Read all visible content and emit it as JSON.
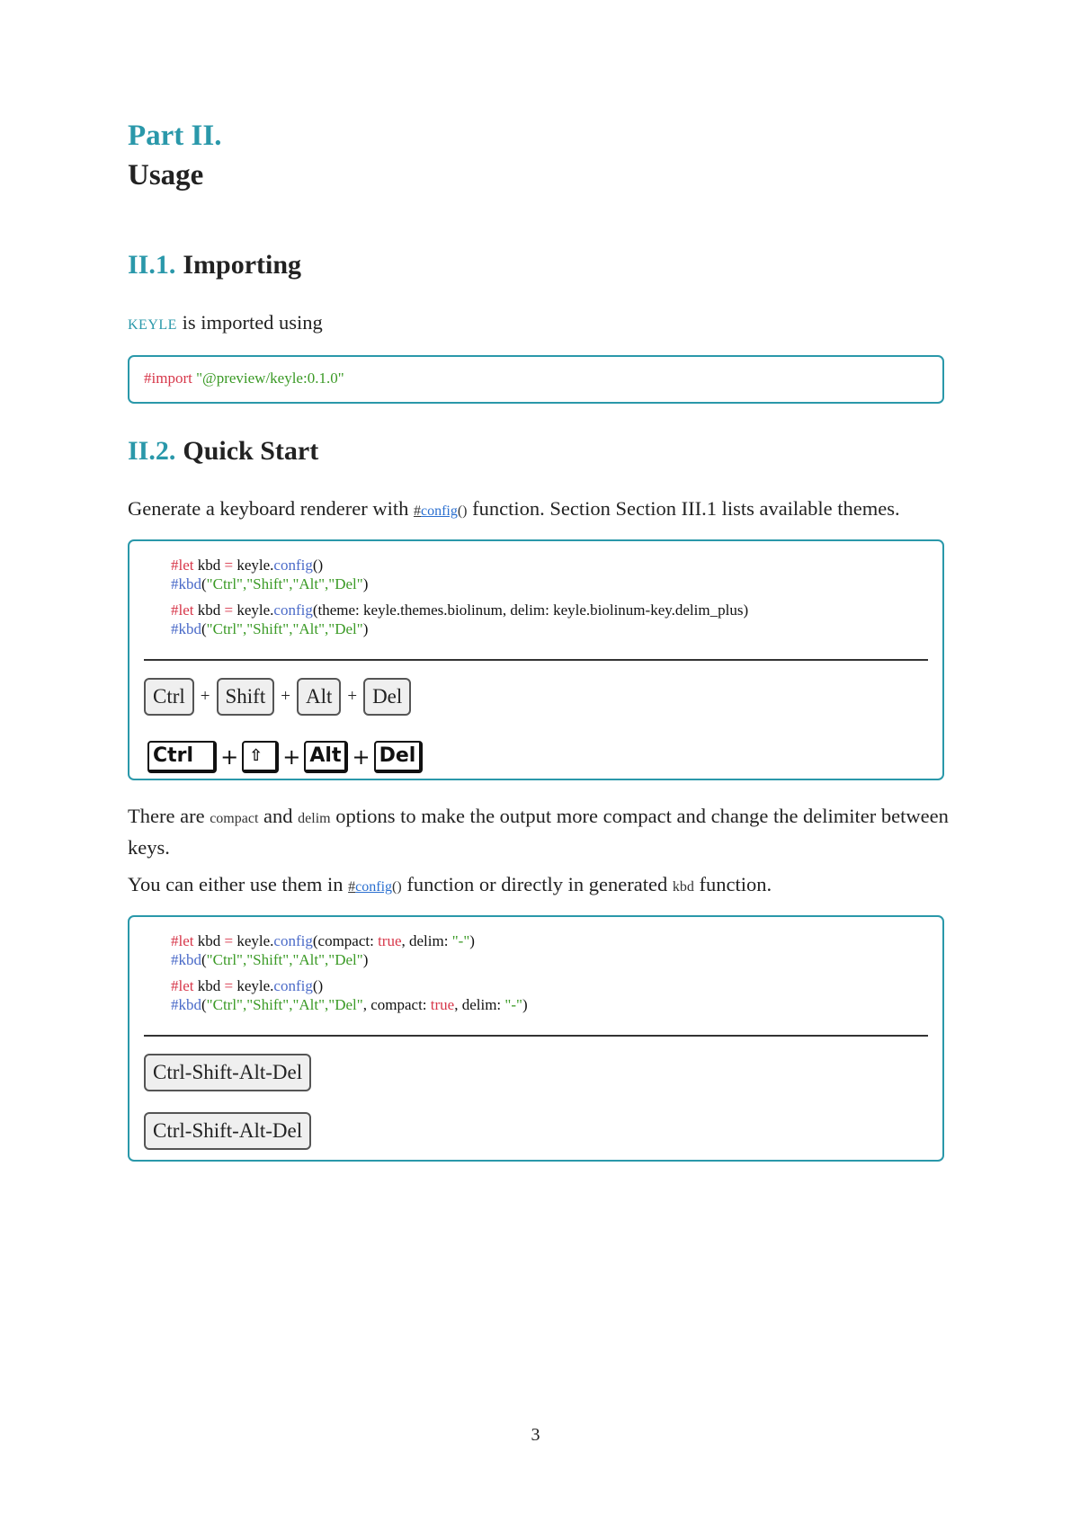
{
  "part": {
    "label": "Part II.",
    "title": "Usage"
  },
  "sections": {
    "importing": {
      "number": "II.1.",
      "title": "Importing",
      "intro_name": "keyle",
      "intro_rest": " is imported using",
      "code": {
        "keyword": "#import",
        "string": " \"@preview/keyle:0.1.0\""
      }
    },
    "quickstart": {
      "number": "II.2.",
      "title": "Quick Start",
      "para1_before": "Generate a keyboard renderer with ",
      "para1_link_hash": "#",
      "para1_link_name": "config",
      "para1_parens": "()",
      "para1_after": " function. Section Section III.1 lists available themes.",
      "code1": {
        "line1_kw": "#let",
        "line1_var": " kbd ",
        "line1_eq": "=",
        "line1_obj": " keyle.",
        "line1_fn": "config",
        "line1_args": "()",
        "line2_fn": "#kbd",
        "line2_open": "(",
        "line2_args": "\"Ctrl\",\"Shift\",\"Alt\",\"Del\"",
        "line2_close": ")",
        "line3_kw": "#let",
        "line3_var": " kbd ",
        "line3_eq": "=",
        "line3_obj": " keyle.",
        "line3_fn": "config",
        "line3_args": "(theme: keyle.themes.biolinum, delim: keyle.biolinum-key.delim_plus)",
        "line4_fn": "#kbd",
        "line4_open": "(",
        "line4_args": "\"Ctrl\",\"Shift\",\"Alt\",\"Del\"",
        "line4_close": ")"
      },
      "output1": {
        "keys": [
          "Ctrl",
          "Shift",
          "Alt",
          "Del"
        ],
        "delim": "+"
      },
      "output2": {
        "keys": [
          "Ctrl",
          "⇧",
          "Alt",
          "Del"
        ],
        "delim": "+"
      },
      "para2_before": "There are ",
      "para2_opt1": "compact",
      "para2_mid": " and ",
      "para2_opt2": "delim",
      "para2_after": " options to make the output more compact and change the delimiter between keys.",
      "para3_before": "You can either use them in ",
      "para3_link_hash": "#",
      "para3_link_name": "config",
      "para3_parens": "()",
      "para3_mid": " function or directly in generated ",
      "para3_code": "kbd",
      "para3_after": " function.",
      "code2": {
        "line1_kw": "#let",
        "line1_var": " kbd ",
        "line1_eq": "=",
        "line1_obj": " keyle.",
        "line1_fn": "config",
        "line1_args_a": "(compact: ",
        "line1_true": "true",
        "line1_args_b": ", delim: ",
        "line1_str": "\"-\"",
        "line1_close": ")",
        "line2_fn": "#kbd",
        "line2_open": "(",
        "line2_args": "\"Ctrl\",\"Shift\",\"Alt\",\"Del\"",
        "line2_close": ")",
        "line3_kw": "#let",
        "line3_var": " kbd ",
        "line3_eq": "=",
        "line3_obj": " keyle.",
        "line3_fn": "config",
        "line3_args": "()",
        "line4_fn": "#kbd",
        "line4_open": "(",
        "line4_args": "\"Ctrl\",\"Shift\",\"Alt\",\"Del\"",
        "line4_mid": ", compact: ",
        "line4_true": "true",
        "line4_mid2": ", delim: ",
        "line4_str": "\"-\"",
        "line4_close": ")"
      },
      "compact_output": [
        "Ctrl-Shift-Alt-Del",
        "Ctrl-Shift-Alt-Del"
      ]
    }
  },
  "page_number": "3"
}
